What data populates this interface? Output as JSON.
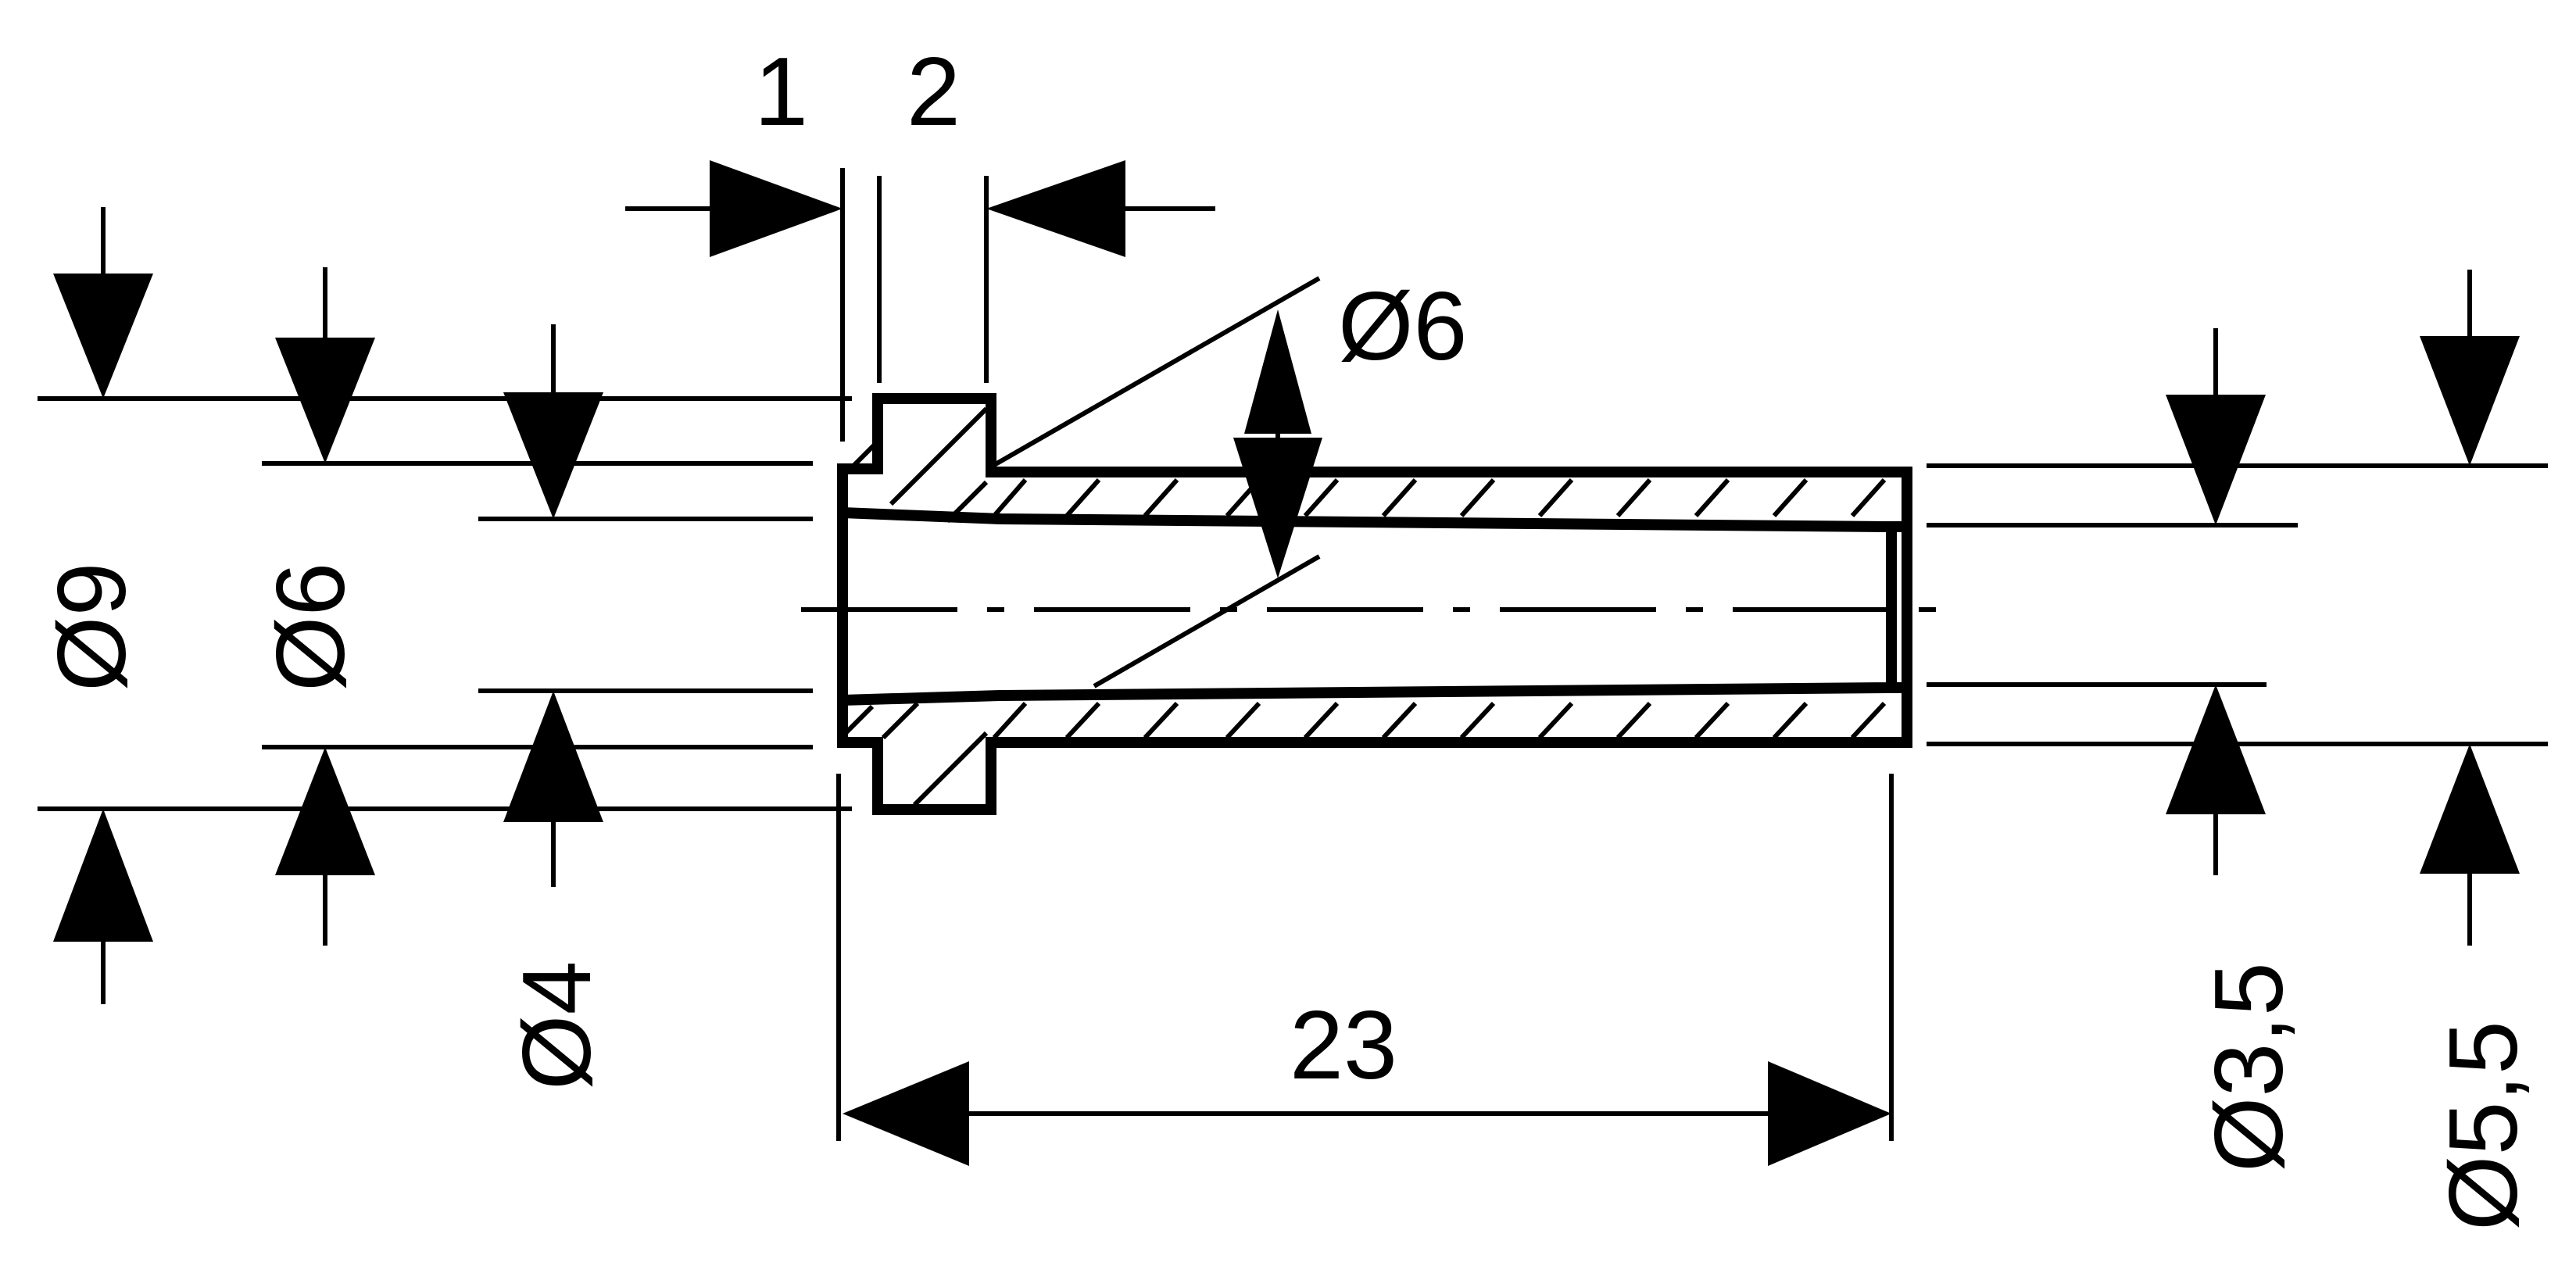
{
  "drawing": {
    "labels": {
      "dia_outer_flange": "Ø9",
      "dia_flange_shoulder": "Ø6",
      "dia_inner_left": "Ø4",
      "dia_sleeve_outer_left": "Ø6",
      "dia_inner_right": "Ø3,5",
      "dia_outer_right": "Ø5,5",
      "length_total": "23",
      "length_step": "1",
      "length_flange": "2"
    },
    "colors": {
      "ink": "#000000",
      "paper": "#ffffff"
    }
  }
}
